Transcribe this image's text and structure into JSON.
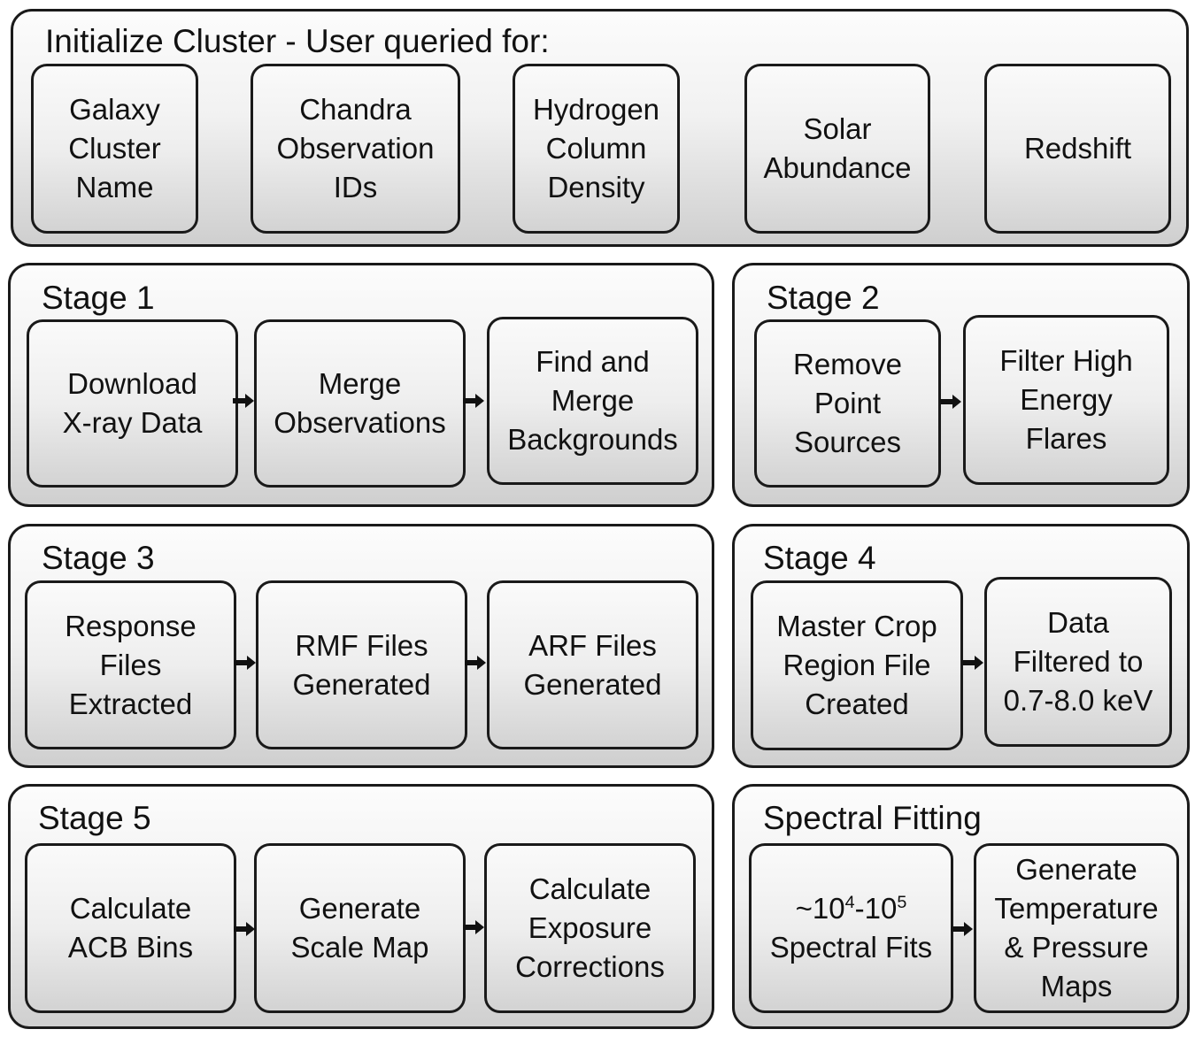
{
  "init": {
    "title": "Initialize Cluster - User queried for:",
    "items": [
      "Galaxy\nCluster\nName",
      "Chandra\nObservation\nIDs",
      "Hydrogen\nColumn\nDensity",
      "Solar\nAbundance",
      "Redshift"
    ]
  },
  "stage1": {
    "title": "Stage 1",
    "steps": [
      "Download\nX-ray Data",
      "Merge\nObservations",
      "Find and\nMerge\nBackgrounds"
    ]
  },
  "stage2": {
    "title": "Stage 2",
    "steps": [
      "Remove\nPoint\nSources",
      "Filter High\nEnergy\nFlares"
    ]
  },
  "stage3": {
    "title": "Stage 3",
    "steps": [
      "Response\nFiles\nExtracted",
      "RMF Files\nGenerated",
      "ARF Files\nGenerated"
    ]
  },
  "stage4": {
    "title": "Stage 4",
    "steps": [
      "Master Crop\nRegion File\nCreated",
      "Data\nFiltered to\n0.7-8.0 keV"
    ]
  },
  "stage5": {
    "title": "Stage 5",
    "steps": [
      "Calculate\nACB Bins",
      "Generate\nScale Map",
      "Calculate\nExposure\nCorrections"
    ]
  },
  "spectral": {
    "title": "Spectral Fitting",
    "fits_prefix": "~10",
    "fits_exp1": "4",
    "fits_mid": "-10",
    "fits_exp2": "5",
    "fits_suffix": "Spectral Fits",
    "maps": "Generate\nTemperature\n& Pressure\nMaps"
  }
}
